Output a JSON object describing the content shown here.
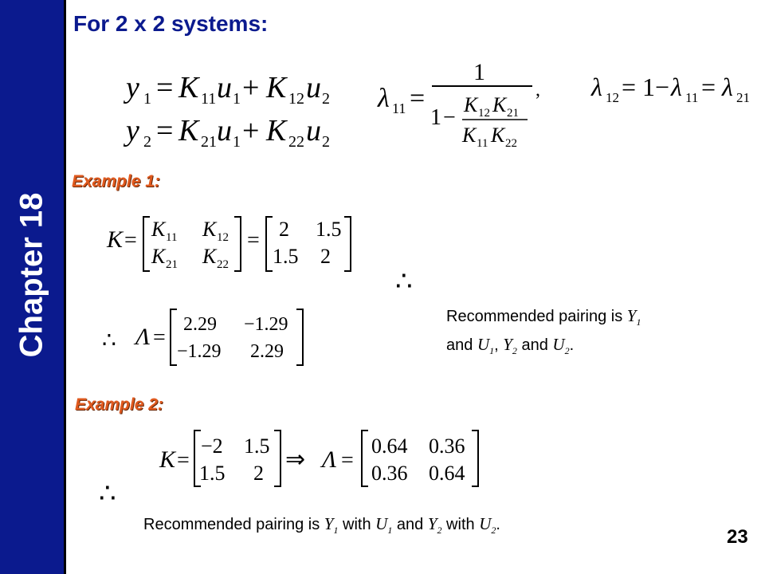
{
  "sidebar": {
    "chapter_label": "Chapter 18"
  },
  "heading": "For 2 x 2 systems:",
  "example1": {
    "label": "Example 1:"
  },
  "example2": {
    "label": "Example 2:"
  },
  "recommendation1": {
    "text1": "Recommended pairing is ",
    "y1": "Y",
    "y1_sub": "1",
    "text2": "and ",
    "u1": "U",
    "u1_sub": "1",
    "comma": ", ",
    "y2": "Y",
    "y2_sub": "2",
    "text3": " and ",
    "u2": "U",
    "u2_sub": "2",
    "period": "."
  },
  "recommendation2": {
    "text1": "Recommended pairing is ",
    "y1": "Y",
    "y1_sub": "1",
    "with1": " with ",
    "u1": "U",
    "u1_sub": "1",
    "and": " and ",
    "y2": "Y",
    "y2_sub": "2",
    "with2": " with ",
    "u2": "U",
    "u2_sub": "2",
    "period": "."
  },
  "page_number": "23",
  "math": {
    "eq1_lhs": "y",
    "eq1_lhs_sub": "1",
    "eq2_lhs": "y",
    "eq2_lhs_sub": "2",
    "K": "K",
    "u": "u",
    "sub11": "11",
    "sub12": "12",
    "sub21": "21",
    "sub22": "22",
    "sub1": "1",
    "sub2": "2",
    "equals": "=",
    "plus": "+",
    "minus": "−",
    "lambda": "λ",
    "one": "1",
    "comma": ",",
    "Lambda": "Λ",
    "therefore": "∴",
    "implies": "⇒",
    "k_matrix1": [
      "2",
      "1.5",
      "1.5",
      "2"
    ],
    "lambda_matrix1": [
      "2.29",
      "−1.29",
      "−1.29",
      "2.29"
    ],
    "k_matrix2": [
      "−2",
      "1.5",
      "1.5",
      "2"
    ],
    "lambda_matrix2": [
      "0.64",
      "0.36",
      "0.36",
      "0.64"
    ]
  }
}
